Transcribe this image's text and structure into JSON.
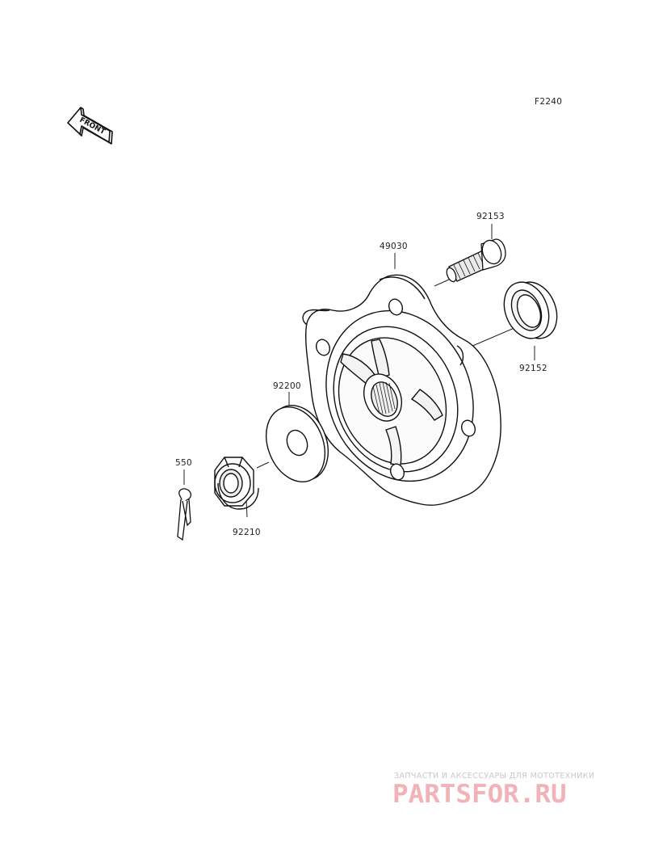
{
  "diagram_code": "F2240",
  "front_label": "FRONT",
  "parts": [
    {
      "id": "hub",
      "number": "49030"
    },
    {
      "id": "stud",
      "number": "92153"
    },
    {
      "id": "seal",
      "number": "92152"
    },
    {
      "id": "washer",
      "number": "92200"
    },
    {
      "id": "cotter-pin",
      "number": "550"
    },
    {
      "id": "nut",
      "number": "92210"
    }
  ],
  "watermark": {
    "subtitle": "ЗАПЧАСТИ И АКСЕССУАРЫ ДЛЯ МОТОТЕХНИКИ",
    "brand": "PARTSFOR.RU"
  }
}
